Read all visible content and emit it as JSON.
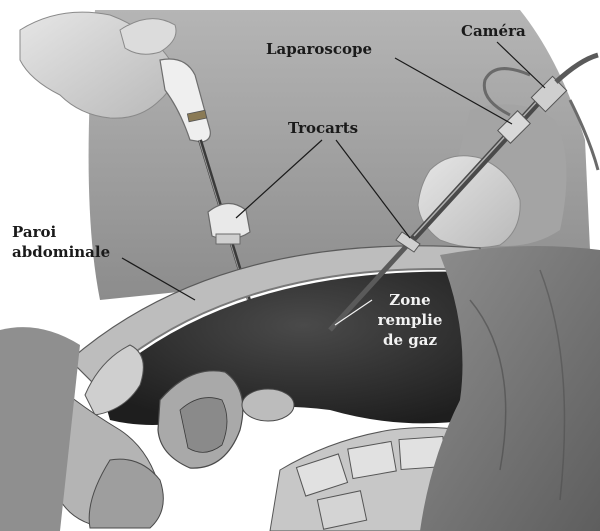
{
  "figure": {
    "labels": {
      "camera": "Caméra",
      "laparoscope": "Laparoscope",
      "trocarts": "Trocarts",
      "paroi_line1": "Paroi",
      "paroi_line2": "abdominale",
      "zone_line1": "Zone",
      "zone_line2": "remplie",
      "zone_line3": "de gaz"
    },
    "colors": {
      "background": "#ffffff",
      "skin_light": "#d6d6d6",
      "shirt": "#9a9a9a",
      "cavity_dark": "#2b2b2b",
      "drape": "#7d7d7d",
      "label_text": "#1a1a1a",
      "inverse_text": "#f2f2f2"
    }
  }
}
